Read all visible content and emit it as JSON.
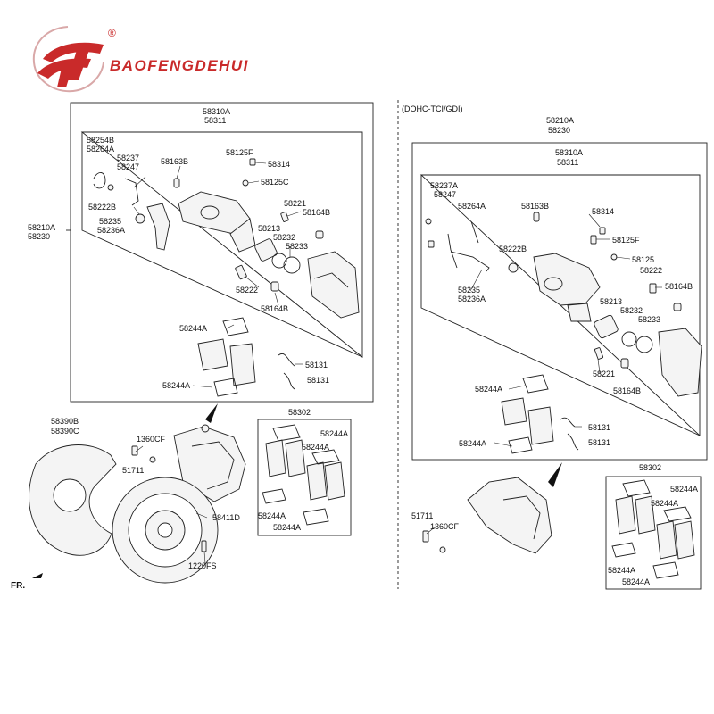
{
  "brand": {
    "name": "BAOFENGDEHUI",
    "registered_mark": "®"
  },
  "colors": {
    "brand_red": "#c92a2a",
    "line": "#222222",
    "part_fill": "#f4f4f4"
  },
  "diagram": {
    "variant_label": "(DOHC-TCI/GDI)",
    "direction_label": "FR.",
    "left_labels": [
      {
        "id": "l1",
        "text": "58310A"
      },
      {
        "id": "l2",
        "text": "58311"
      },
      {
        "id": "l3",
        "text": "58254B"
      },
      {
        "id": "l4",
        "text": "58264A"
      },
      {
        "id": "l5",
        "text": "58237"
      },
      {
        "id": "l6",
        "text": "58247"
      },
      {
        "id": "l7",
        "text": "58163B"
      },
      {
        "id": "l8",
        "text": "58125F"
      },
      {
        "id": "l9",
        "text": "58314"
      },
      {
        "id": "l10",
        "text": "58125C"
      },
      {
        "id": "l11",
        "text": "58222B"
      },
      {
        "id": "l12",
        "text": "58221"
      },
      {
        "id": "l13",
        "text": "58164B"
      },
      {
        "id": "l14",
        "text": "58235"
      },
      {
        "id": "l15",
        "text": "58236A"
      },
      {
        "id": "l16",
        "text": "58213"
      },
      {
        "id": "l17",
        "text": "58232"
      },
      {
        "id": "l18",
        "text": "58233"
      },
      {
        "id": "l19",
        "text": "58210A"
      },
      {
        "id": "l20",
        "text": "58230"
      },
      {
        "id": "l21",
        "text": "58222"
      },
      {
        "id": "l22",
        "text": "58164B"
      },
      {
        "id": "l23",
        "text": "58244A"
      },
      {
        "id": "l24",
        "text": "58131"
      },
      {
        "id": "l25",
        "text": "58131"
      },
      {
        "id": "l26",
        "text": "58244A"
      },
      {
        "id": "l27",
        "text": "58390B"
      },
      {
        "id": "l28",
        "text": "58390C"
      },
      {
        "id": "l29",
        "text": "1360CF"
      },
      {
        "id": "l30",
        "text": "51711"
      },
      {
        "id": "l31",
        "text": "58411D"
      },
      {
        "id": "l32",
        "text": "1220FS"
      },
      {
        "id": "l33",
        "text": "58302"
      },
      {
        "id": "l34",
        "text": "58244A"
      },
      {
        "id": "l35",
        "text": "58244A"
      },
      {
        "id": "l36",
        "text": "58244A"
      },
      {
        "id": "l37",
        "text": "58244A"
      }
    ],
    "right_labels": [
      {
        "id": "r1",
        "text": "58210A"
      },
      {
        "id": "r2",
        "text": "58230"
      },
      {
        "id": "r3",
        "text": "58310A"
      },
      {
        "id": "r4",
        "text": "58311"
      },
      {
        "id": "r5",
        "text": "58237A"
      },
      {
        "id": "r6",
        "text": "58247"
      },
      {
        "id": "r7",
        "text": "58264A"
      },
      {
        "id": "r8",
        "text": "58163B"
      },
      {
        "id": "r9",
        "text": "58314"
      },
      {
        "id": "r10",
        "text": "58125F"
      },
      {
        "id": "r11",
        "text": "58222B"
      },
      {
        "id": "r12",
        "text": "58125"
      },
      {
        "id": "r13",
        "text": "58222"
      },
      {
        "id": "r14",
        "text": "58164B"
      },
      {
        "id": "r15",
        "text": "58235"
      },
      {
        "id": "r16",
        "text": "58236A"
      },
      {
        "id": "r17",
        "text": "58213"
      },
      {
        "id": "r18",
        "text": "58232"
      },
      {
        "id": "r19",
        "text": "58233"
      },
      {
        "id": "r20",
        "text": "58221"
      },
      {
        "id": "r21",
        "text": "58164B"
      },
      {
        "id": "r22",
        "text": "58244A"
      },
      {
        "id": "r23",
        "text": "58131"
      },
      {
        "id": "r24",
        "text": "58244A"
      },
      {
        "id": "r25",
        "text": "58131"
      },
      {
        "id": "r26",
        "text": "51711"
      },
      {
        "id": "r27",
        "text": "1360CF"
      },
      {
        "id": "r28",
        "text": "58302"
      },
      {
        "id": "r29",
        "text": "58244A"
      },
      {
        "id": "r30",
        "text": "58244A"
      },
      {
        "id": "r31",
        "text": "58244A"
      },
      {
        "id": "r32",
        "text": "58244A"
      }
    ]
  }
}
